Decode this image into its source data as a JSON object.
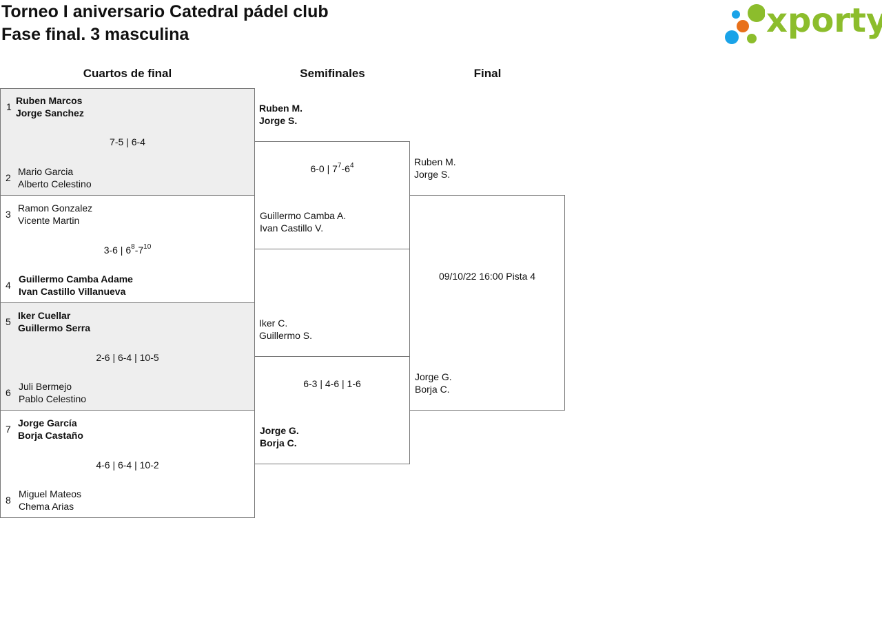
{
  "header": {
    "title_line1": "Torneo I aniversario Catedral pádel club",
    "title_line2": "Fase final. 3 masculina",
    "logo_text": "xporty",
    "logo_colors": {
      "green": "#8cbd2c",
      "orange": "#e8701a",
      "blue": "#1aa3e8"
    }
  },
  "rounds": {
    "quarterfinals": "Cuartos de final",
    "semifinals": "Semifinales",
    "final": "Final"
  },
  "quarterfinals": [
    {
      "team_a": {
        "seed": "1",
        "player1": "Ruben Marcos",
        "player2": "Jorge Sanchez",
        "winner": true
      },
      "team_b": {
        "seed": "2",
        "player1": "Mario Garcia",
        "player2": "Alberto Celestino",
        "winner": false
      },
      "score": {
        "sets": [
          "7-5",
          "6-4"
        ]
      }
    },
    {
      "team_a": {
        "seed": "3",
        "player1": "Ramon Gonzalez",
        "player2": "Vicente Martin",
        "winner": false
      },
      "team_b": {
        "seed": "4",
        "player1": "Guillermo Camba Adame",
        "player2": "Ivan Castillo Villanueva",
        "winner": true
      },
      "score": {
        "set1": "3-6",
        "set2_a": "6",
        "set2_a_tb": "8",
        "set2_b": "7",
        "set2_b_tb": "10"
      }
    },
    {
      "team_a": {
        "seed": "5",
        "player1": "Iker Cuellar",
        "player2": "Guillermo Serra",
        "winner": true
      },
      "team_b": {
        "seed": "6",
        "player1": "Juli Bermejo",
        "player2": "Pablo Celestino",
        "winner": false
      },
      "score": {
        "sets": [
          "2-6",
          "6-4",
          "10-5"
        ]
      }
    },
    {
      "team_a": {
        "seed": "7",
        "player1": "Jorge García",
        "player2": "Borja Castaño",
        "winner": true
      },
      "team_b": {
        "seed": "8",
        "player1": "Miguel Mateos",
        "player2": "Chema Arias",
        "winner": false
      },
      "score": {
        "sets": [
          "4-6",
          "6-4",
          "10-2"
        ]
      }
    }
  ],
  "semifinals": [
    {
      "team_a": {
        "player1": "Ruben M.",
        "player2": "Jorge S.",
        "winner": true
      },
      "team_b": {
        "player1": "Guillermo Camba A.",
        "player2": "Ivan Castillo V.",
        "winner": false
      },
      "score": {
        "set1": "6-0",
        "set2_a": "7",
        "set2_a_tb": "7",
        "set2_b": "6",
        "set2_b_tb": "4"
      }
    },
    {
      "team_a": {
        "player1": "Iker C.",
        "player2": "Guillermo S.",
        "winner": false
      },
      "team_b": {
        "player1": "Jorge G.",
        "player2": "Borja C.",
        "winner": true
      },
      "score": {
        "sets": [
          "6-3",
          "4-6",
          "1-6"
        ]
      }
    }
  ],
  "final": {
    "team_a": {
      "player1": "Ruben M.",
      "player2": "Jorge S."
    },
    "team_b": {
      "player1": "Jorge G.",
      "player2": "Borja C."
    },
    "schedule": "09/10/22 16:00 Pista 4"
  },
  "sep": " | "
}
